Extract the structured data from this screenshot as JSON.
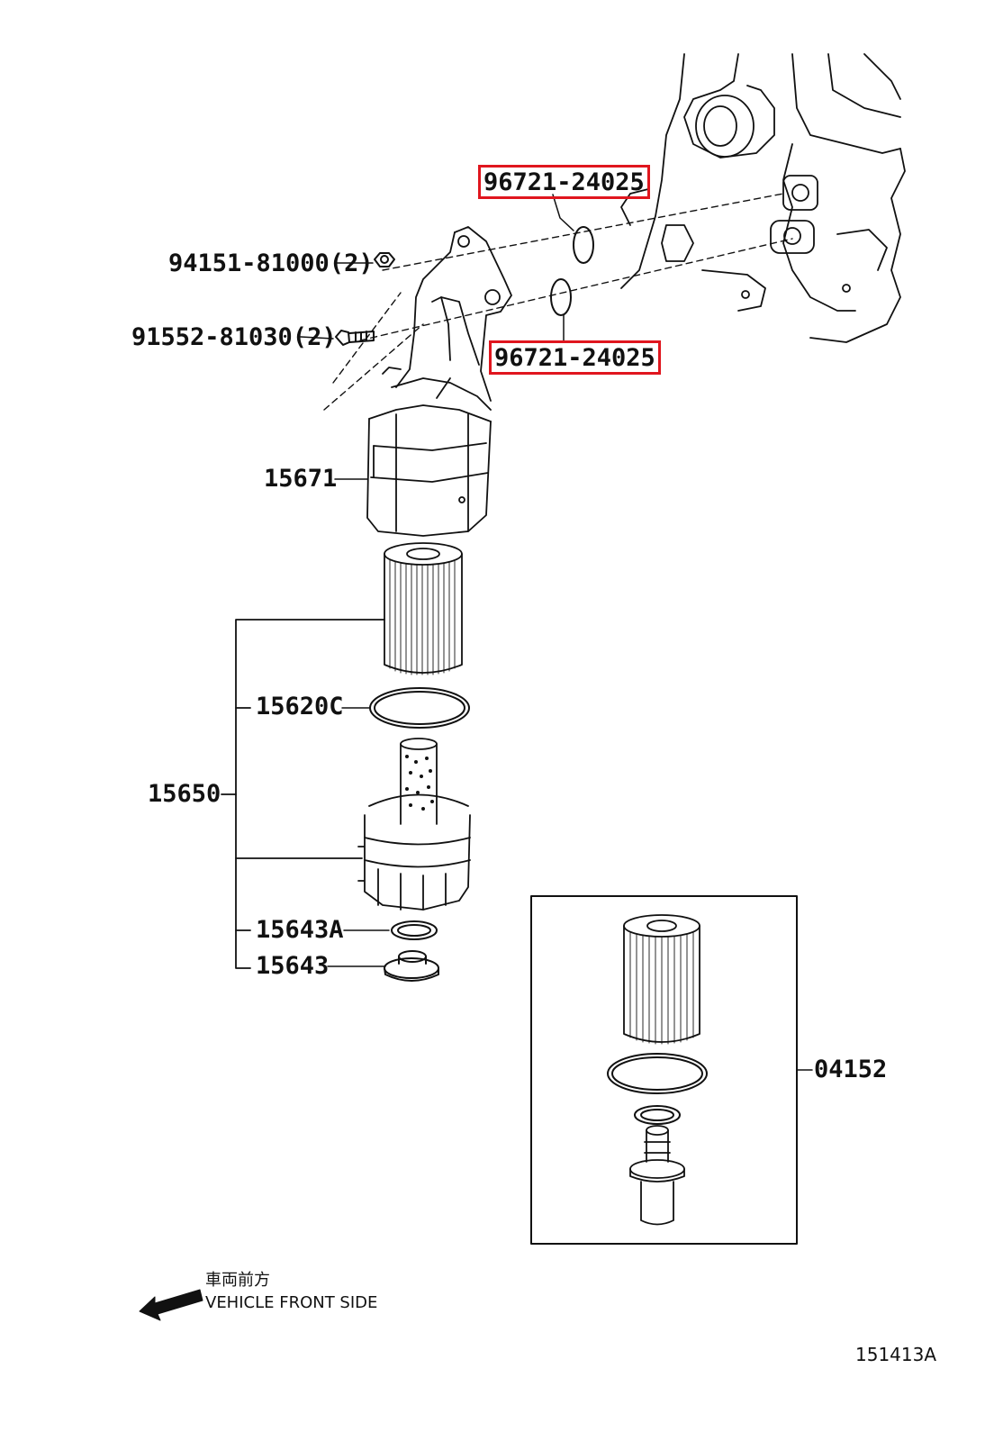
{
  "labels": {
    "oring_upper": "96721-24025",
    "oring_lower": "96721-24025",
    "nut": "94151-81000(2)",
    "bolt": "91552-81030(2)",
    "bracket": "15671",
    "filter_element": "15620C",
    "filter_assembly": "15650",
    "drain_gasket": "15643A",
    "drain_plug": "15643",
    "kit": "04152"
  },
  "orientation": {
    "japanese": "車両前方",
    "english": "VEHICLE FRONT SIDE"
  },
  "illustration_id": "151413A",
  "colors": {
    "highlight": "#e0161e",
    "ink": "#111111"
  }
}
